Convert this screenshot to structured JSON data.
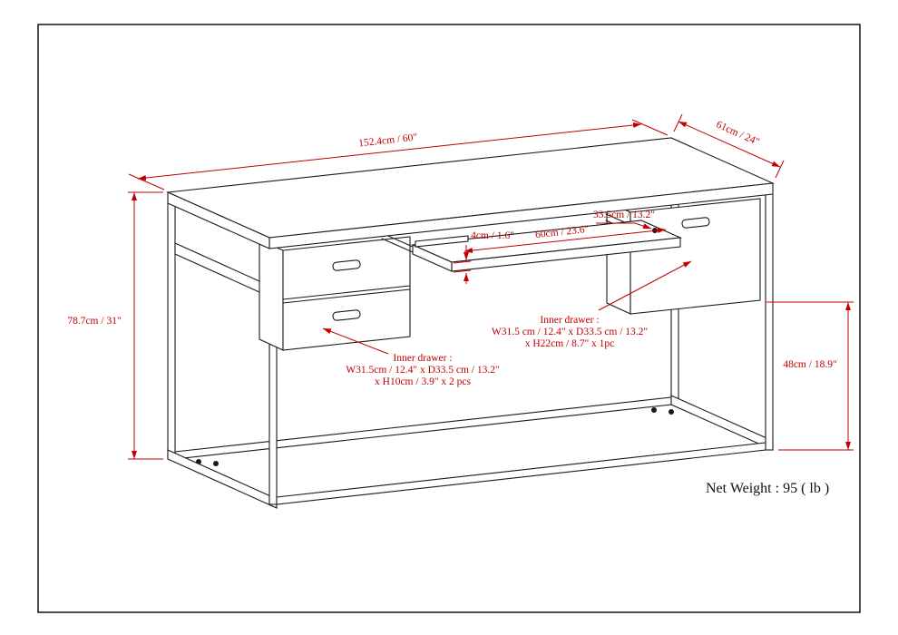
{
  "page": {
    "background": "#ffffff",
    "border_color": "#000000"
  },
  "colors": {
    "dimension_red": "#c00000",
    "line_black": "#1a1a1a"
  },
  "drawing": {
    "dimensions": {
      "length": "152.4cm / 60\"",
      "depth": "61cm / 24\"",
      "height": "78.7cm / 31\"",
      "floor_clearance": "48cm / 18.9\"",
      "tray_thickness": "4cm / 1.6\"",
      "tray_width": "60cm / 23.6\"",
      "drawer_depth": "33.5cm / 13.2\""
    },
    "labels": {
      "left_inner_drawer": {
        "line1": "Inner drawer :",
        "line2": "W31.5cm / 12.4\" x D33.5 cm / 13.2\"",
        "line3": "x H10cm / 3.9\" x 2 pcs"
      },
      "right_inner_drawer": {
        "line1": "Inner drawer :",
        "line2": "W31.5 cm / 12.4\" x D33.5 cm / 13.2\"",
        "line3": "x H22cm / 8.7\" x 1pc"
      },
      "net_weight": "Net Weight : 95 ( lb )"
    }
  }
}
